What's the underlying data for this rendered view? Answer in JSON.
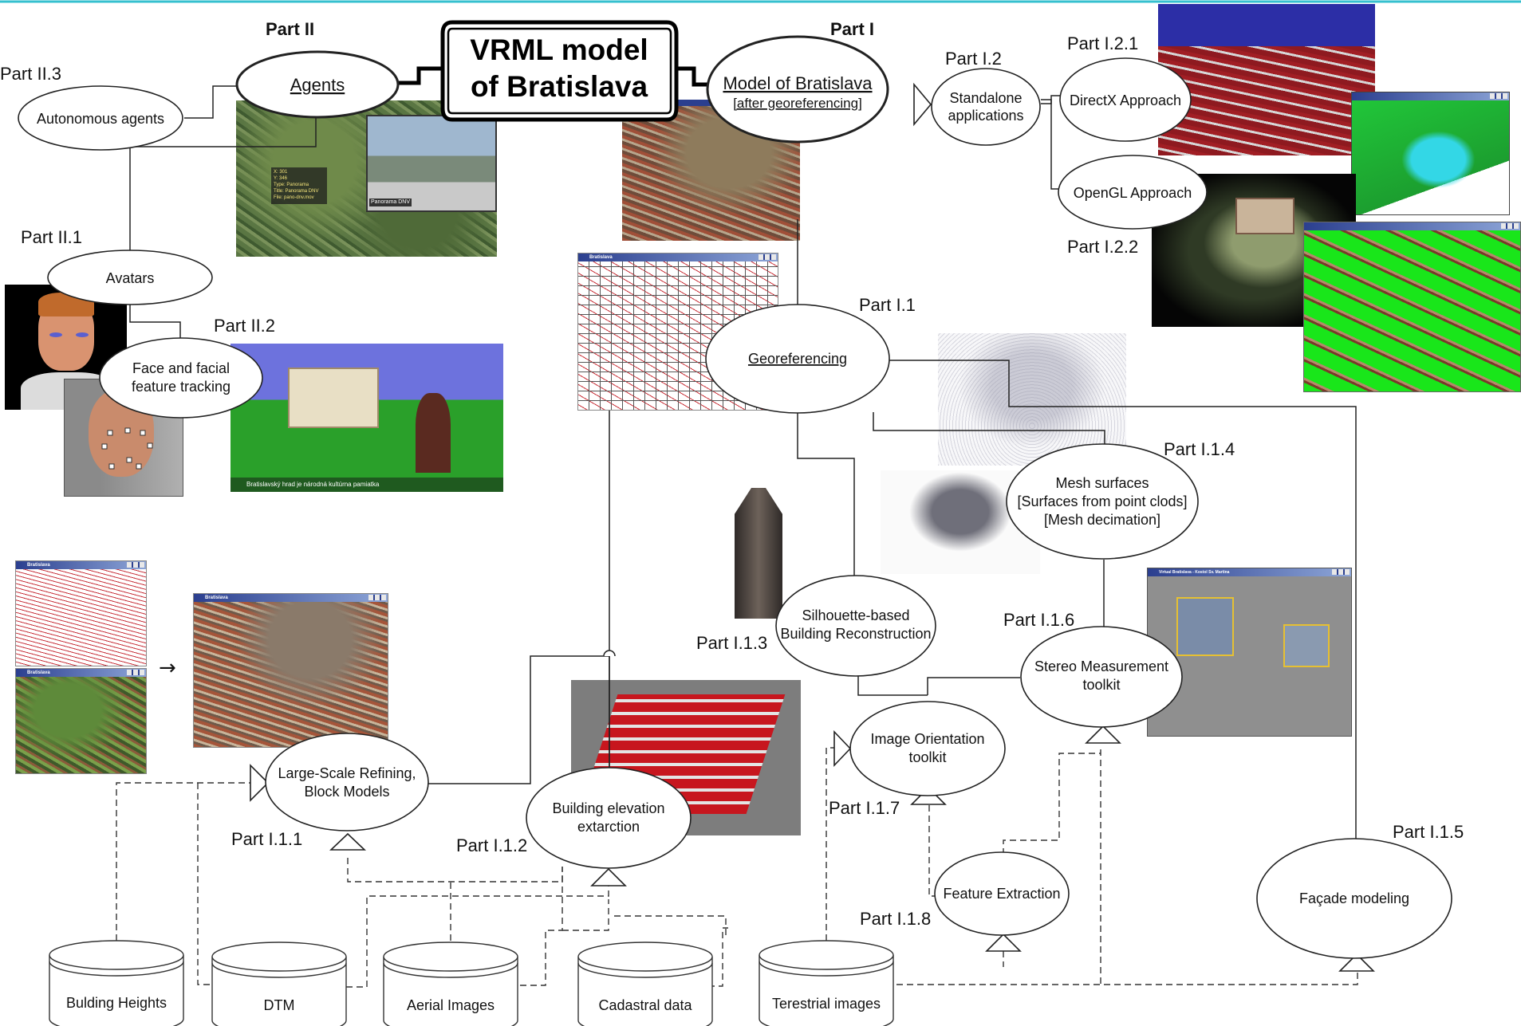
{
  "diagram": {
    "main_title_lines": [
      "VRML model",
      "of Bratislava"
    ],
    "part_labels": {
      "part_i": "Part I",
      "part_ii": "Part II",
      "part_ii_1": "Part II.1",
      "part_ii_2": "Part II.2",
      "part_ii_3": "Part II.3",
      "part_i_1": "Part I.1",
      "part_i_2": "Part I.2",
      "part_i_2_1": "Part I.2.1",
      "part_i_2_2": "Part I.2.2",
      "part_i_1_1": "Part I.1.1",
      "part_i_1_2": "Part I.1.2",
      "part_i_1_3": "Part I.1.3",
      "part_i_1_4": "Part I.1.4",
      "part_i_1_5": "Part I.1.5",
      "part_i_1_6": "Part I.1.6",
      "part_i_1_7": "Part I.1.7",
      "part_i_1_8": "Part I.1.8"
    },
    "nodes": {
      "agents": "Agents",
      "model": "Model of Bratislava",
      "model_sub": "[after georeferencing]",
      "standalone_1": "Standalone",
      "standalone_2": "applications",
      "directx": "DirectX Approach",
      "opengl": "OpenGL Approach",
      "autonomous_agents": "Autonomous agents",
      "avatars": "Avatars",
      "face_1": "Face and facial",
      "face_2": "feature tracking",
      "georeferencing": "Georeferencing",
      "mesh_1": "Mesh surfaces",
      "mesh_2": "[Surfaces from point clods]",
      "mesh_3": "[Mesh decimation]",
      "silhouette_1": "Silhouette-based",
      "silhouette_2": "Building Reconstruction",
      "stereo_1": "Stereo Measurement",
      "stereo_2": "toolkit",
      "orientation_1": "Image Orientation",
      "orientation_2": "toolkit",
      "large_scale_1": "Large-Scale Refining,",
      "large_scale_2": "Block Models",
      "building_elev_1": "Building elevation",
      "building_elev_2": "extarction",
      "feature_extraction": "Feature Extraction",
      "facade": "Façade modeling"
    },
    "databases": {
      "building_heights": "Bulding Heights",
      "dtm": "DTM",
      "aerial_images": "Aerial Images",
      "cadastral_data": "Cadastral data",
      "terrestrial_images": "Terestrial images"
    },
    "screenshot_captions": {
      "bratislava_window": "Bratislava",
      "bratislava_window_2": "Bratislava",
      "bratislava_small_1": "Bratislava",
      "bratislava_small_2": "Bratislava",
      "panorama": "Panorama DNV",
      "agent_info": "X: 301\nY: 346\nType: Panorama\nTitle: Panorama DNV\nFile: pano-dnv.mov",
      "castle_scene": "Bratislavský hrad je národná kultúrna pamiatka",
      "virtual_window": "Virtual Bratislava - Kostol Sv. Martina"
    },
    "arrow_symbol": "→",
    "colors": {
      "map_red": "#b21e2a",
      "green_terrain": "#19d61a",
      "sky_blue": "#6f72d8",
      "window_bar": "#2b3f8f",
      "top_rule": "#36c0cf"
    },
    "icons": [
      "arrow-right-icon",
      "inheritance-triangle-icon",
      "database-cylinder-icon"
    ]
  }
}
